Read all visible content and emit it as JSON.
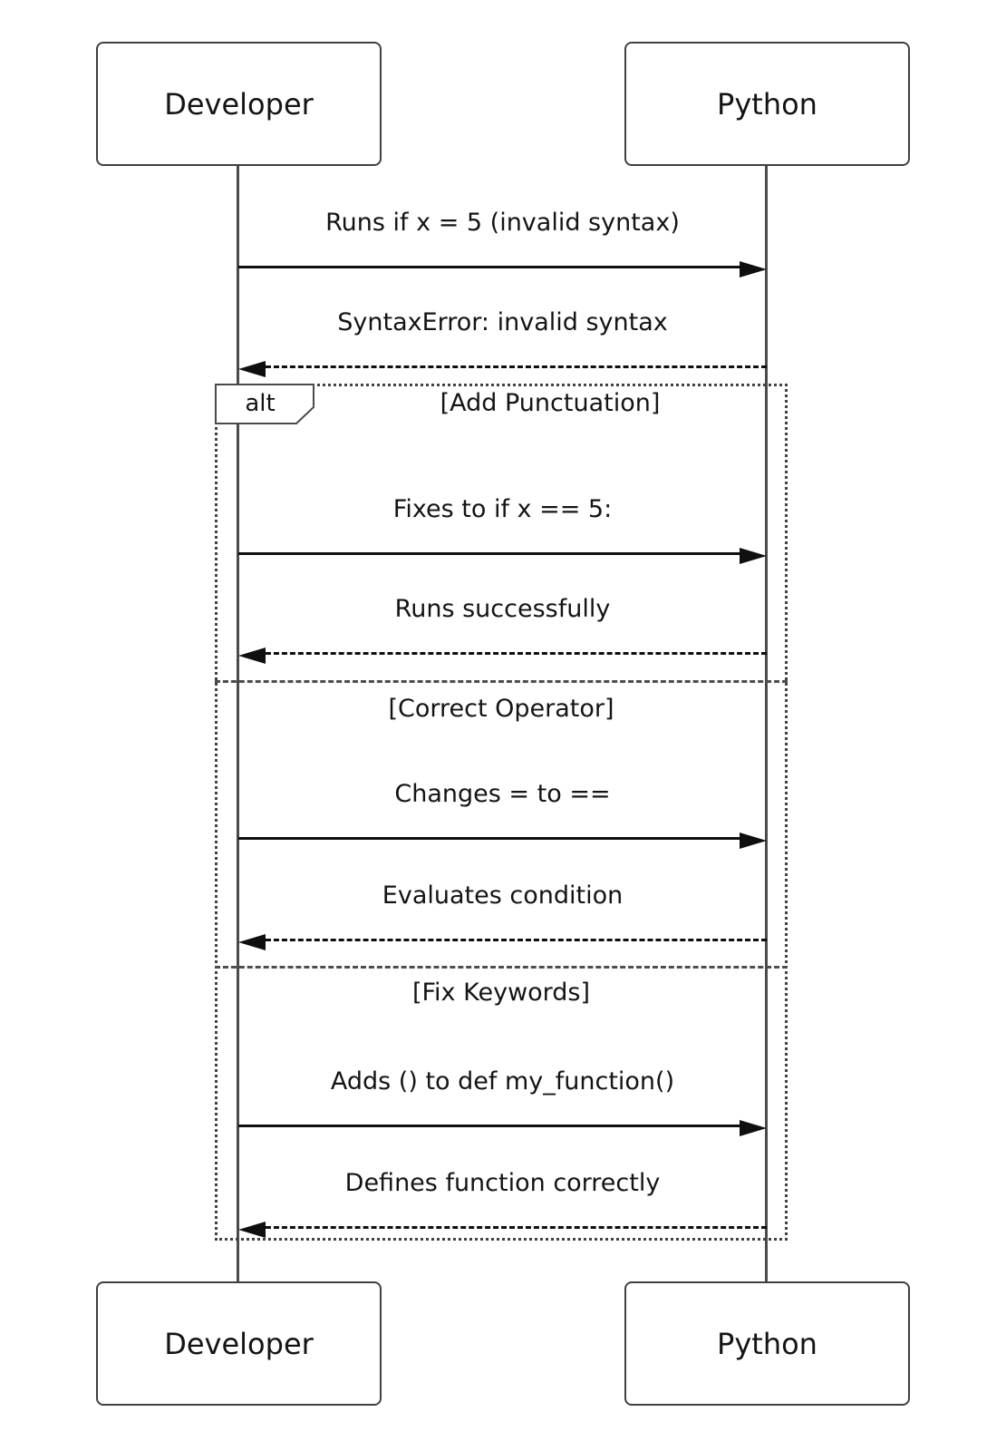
{
  "diagram": {
    "frame_type_label": "alt",
    "participants": [
      {
        "name": "Developer"
      },
      {
        "name": "Python"
      }
    ],
    "messages": [
      {
        "text": "Runs if x = 5 (invalid syntax)",
        "from": "Developer",
        "to": "Python",
        "line": "solid"
      },
      {
        "text": "SyntaxError: invalid syntax",
        "from": "Python",
        "to": "Developer",
        "line": "dashed"
      },
      {
        "text": "Fixes to if x == 5:",
        "from": "Developer",
        "to": "Python",
        "line": "solid"
      },
      {
        "text": "Runs successfully",
        "from": "Python",
        "to": "Developer",
        "line": "dashed"
      },
      {
        "text": "Changes = to ==",
        "from": "Developer",
        "to": "Python",
        "line": "solid"
      },
      {
        "text": "Evaluates condition",
        "from": "Python",
        "to": "Developer",
        "line": "dashed"
      },
      {
        "text": "Adds () to def my_function()",
        "from": "Developer",
        "to": "Python",
        "line": "solid"
      },
      {
        "text": "Defines function correctly",
        "from": "Python",
        "to": "Developer",
        "line": "dashed"
      }
    ],
    "alt_sections": [
      {
        "condition": "[Add Punctuation]"
      },
      {
        "condition": "[Correct Operator]"
      },
      {
        "condition": "[Fix Keywords]"
      }
    ]
  },
  "colors": {
    "background": "#ffffff",
    "lifeline": "#4a4a4a",
    "arrow": "#0f0f0f",
    "text": "#141414"
  }
}
